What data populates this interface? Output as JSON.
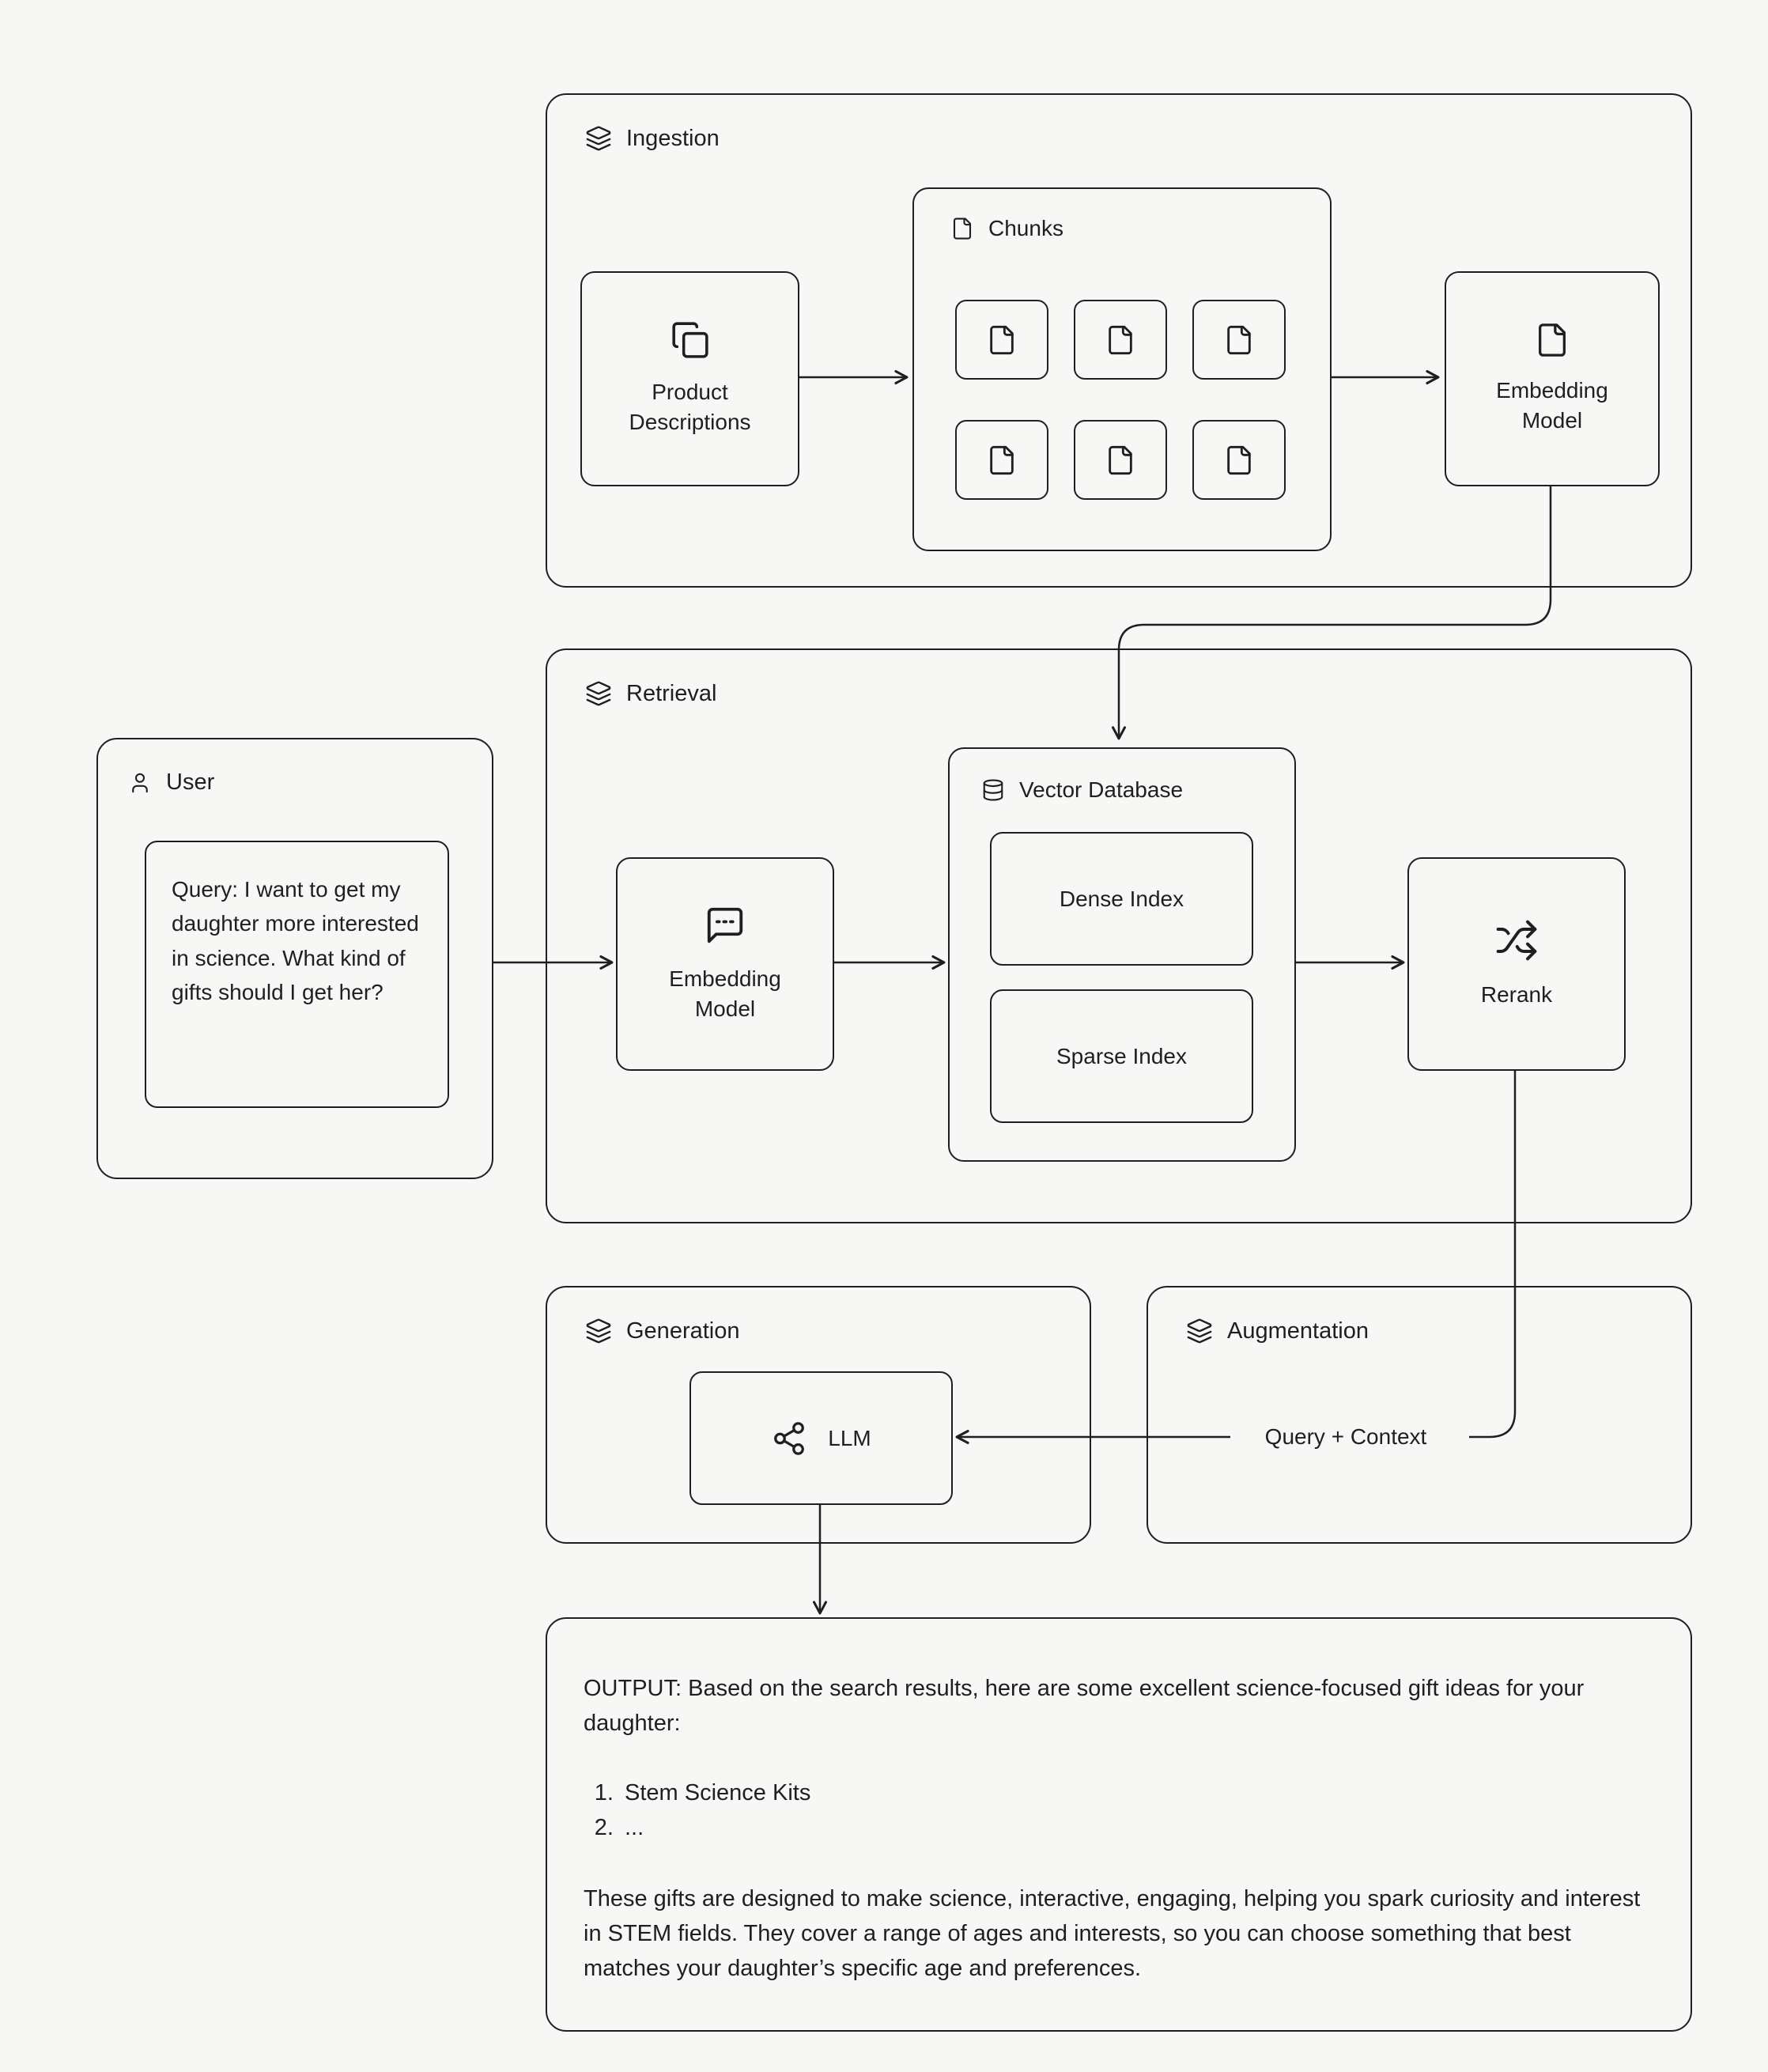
{
  "colors": {
    "background": "#f7f7f5",
    "stroke": "#1f1f1f",
    "text": "#1f1f1f"
  },
  "ingestion": {
    "title": "Ingestion",
    "icon": "layers-icon",
    "product_descriptions": {
      "label": "Product Descriptions",
      "icon": "files-icon"
    },
    "chunks": {
      "title": "Chunks",
      "icon": "file-icon",
      "count": 6
    },
    "embedding_model": {
      "label": "Embedding Model",
      "icon": "file-icon"
    }
  },
  "user": {
    "title": "User",
    "icon": "user-icon",
    "query": "Query: I want to get my daughter more interested in science. What kind of gifts should I get her?"
  },
  "retrieval": {
    "title": "Retrieval",
    "icon": "layers-icon",
    "embedding_model": {
      "label": "Embedding Model",
      "icon": "message-icon"
    },
    "vector_database": {
      "title": "Vector Database",
      "icon": "database-icon",
      "dense_index": {
        "label": "Dense Index"
      },
      "sparse_index": {
        "label": "Sparse Index"
      }
    },
    "rerank": {
      "label": "Rerank",
      "icon": "shuffle-icon"
    }
  },
  "generation": {
    "title": "Generation",
    "icon": "layers-icon",
    "llm": {
      "label": "LLM",
      "icon": "share-network-icon"
    }
  },
  "augmentation": {
    "title": "Augmentation",
    "icon": "layers-icon",
    "query_context": {
      "label": "Query + Context"
    }
  },
  "output": {
    "intro": "OUTPUT: Based on the search results, here are some excellent science-focused gift ideas for your daughter:",
    "items": [
      "Stem Science Kits",
      "..."
    ],
    "outro": "These gifts are designed to make science, interactive, engaging, helping you spark curiosity and interest in STEM fields. They cover a range of ages and interests, so you can choose something that best matches your daughter’s specific age and preferences."
  }
}
